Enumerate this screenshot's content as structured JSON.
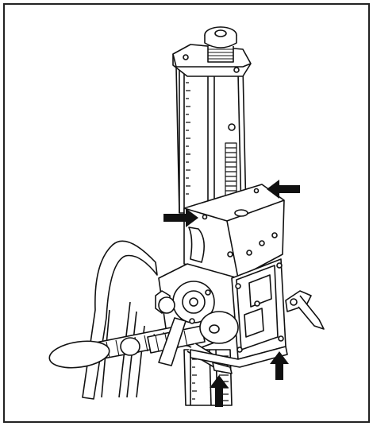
{
  "figure": {
    "kind": "technical-line-drawing",
    "subject": "drill-stand-carriage-assembly",
    "line_color": "#111111",
    "fill_color": "#ffffff",
    "arrow_color": "#111111",
    "frame_color": "#222222",
    "arrows": [
      {
        "name": "arrow-hole-right-top",
        "direction": "left"
      },
      {
        "name": "arrow-hole-left",
        "direction": "right"
      },
      {
        "name": "arrow-foot-right",
        "direction": "up"
      },
      {
        "name": "arrow-foot-left",
        "direction": "up"
      }
    ]
  }
}
